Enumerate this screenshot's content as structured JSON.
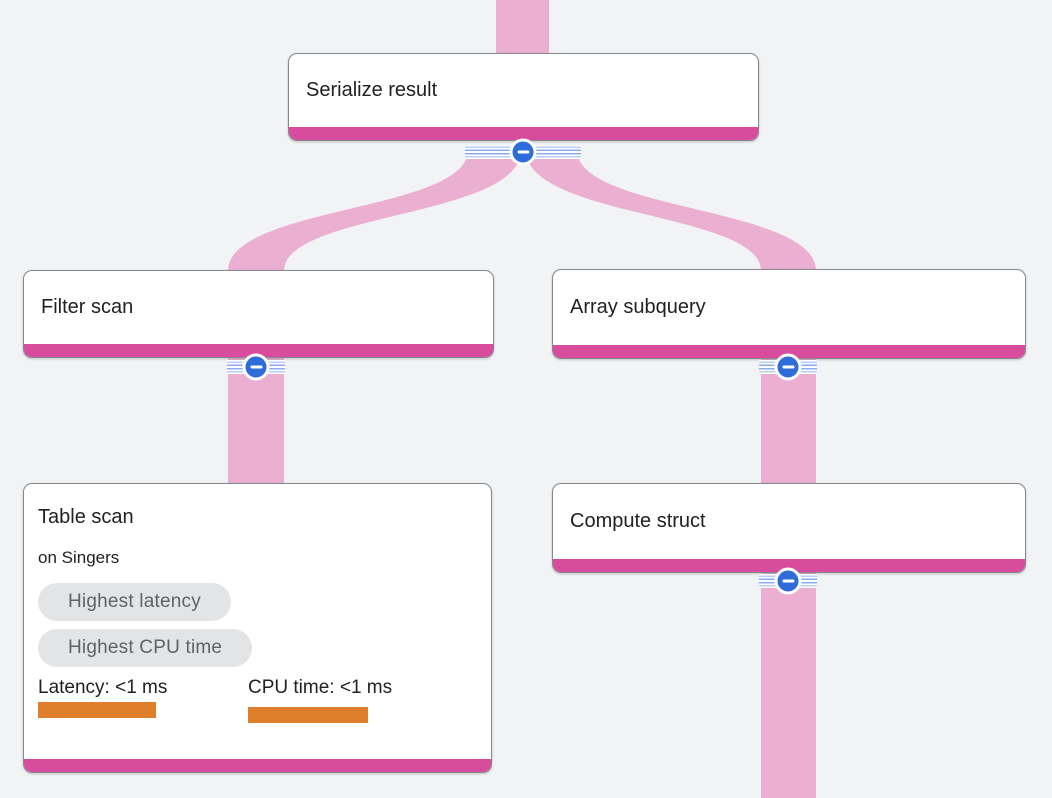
{
  "colors": {
    "background": "#f1f3f4",
    "edge_pink": "#ebafd2",
    "node_bar_pink": "#d94b9c",
    "node_border_gray": "#85898e",
    "button_blue": "#2f6cd7",
    "stripe_blue_light": "#b9cdf8",
    "stripe_blue_dark": "#8aa9f4",
    "badge_bg": "#e3e4e5",
    "badge_text": "#5f6368",
    "metric_bar_orange": "#df7f2c",
    "title_text": "#202124"
  },
  "diagram": {
    "nodes": [
      {
        "id": "serialize-result",
        "title": "Serialize result"
      },
      {
        "id": "filter-scan",
        "title": "Filter scan"
      },
      {
        "id": "array-subquery",
        "title": "Array subquery"
      },
      {
        "id": "table-scan",
        "title": "Table scan",
        "subtitle": "on Singers",
        "badges": [
          "Highest latency",
          "Highest CPU time"
        ],
        "metrics": [
          {
            "label": "Latency: <1 ms"
          },
          {
            "label": "CPU time: <1 ms"
          }
        ]
      },
      {
        "id": "compute-struct",
        "title": "Compute struct"
      }
    ],
    "edges": [
      {
        "from": "above",
        "to": "serialize-result"
      },
      {
        "from": "serialize-result",
        "to": "filter-scan"
      },
      {
        "from": "serialize-result",
        "to": "array-subquery"
      },
      {
        "from": "filter-scan",
        "to": "table-scan"
      },
      {
        "from": "array-subquery",
        "to": "compute-struct"
      },
      {
        "from": "compute-struct",
        "to": "below"
      }
    ]
  }
}
